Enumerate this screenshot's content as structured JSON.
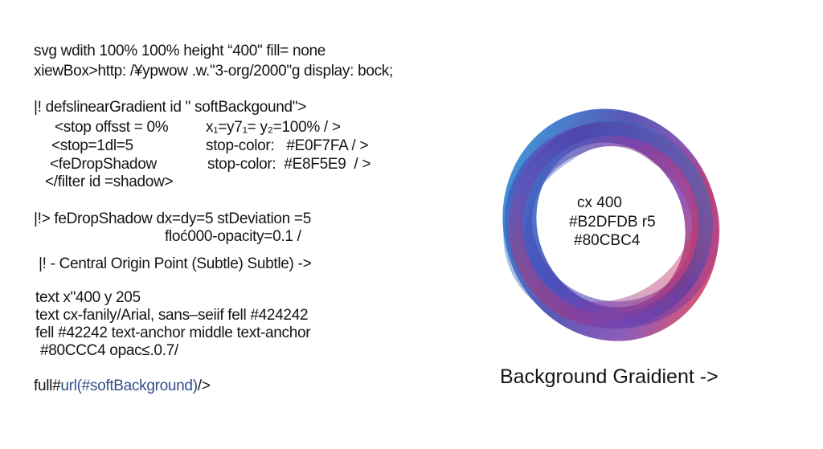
{
  "code_lines": [
    {
      "id": "l1",
      "text": "svg wdith 100% 100% height “400\" fill= none"
    },
    {
      "id": "l2",
      "text": "xiewBox>http: /¥ypwow .w.\"3-org/2000\"g display: bock;"
    },
    {
      "id": "l3",
      "text": "|! defslinearGradient id \" softBackgound\">"
    },
    {
      "id": "l4a",
      "text": "<stop offsst = 0%"
    },
    {
      "id": "l4b",
      "text": "x₁=y7₁= y₂=100% / >"
    },
    {
      "id": "l5a",
      "text": "<stop=1dl=5"
    },
    {
      "id": "l5b",
      "text": "stop-color:   #E0F7FA / >"
    },
    {
      "id": "l6a",
      "text": "<feDropShadow"
    },
    {
      "id": "l6b",
      "text": "stop-color:  #E8F5E9  / >"
    },
    {
      "id": "l7",
      "text": "</filter id =shadow>"
    },
    {
      "id": "l8",
      "text": "|!> feDropShadow dx=dy=5 stDeviation =5"
    },
    {
      "id": "l9",
      "text": "floć000-opacity=0.1 /"
    },
    {
      "id": "l10",
      "text": "|! - Central Origin Point (Subtle) Subtle) ->"
    },
    {
      "id": "l11",
      "text": "text x\"400 y 205"
    },
    {
      "id": "l12",
      "text": "text cx-fanily/Arial, sans–seiif fell #424242"
    },
    {
      "id": "l13",
      "text": "fell #42242 text-anchor middle text-anchor"
    },
    {
      "id": "l14",
      "text": "#80CCC4 opac≤.0.7/"
    },
    {
      "id": "l15a",
      "text": "full#"
    },
    {
      "id": "l15b",
      "text": "url(#softBackground)"
    },
    {
      "id": "l15c",
      "text": "/>"
    }
  ],
  "ring_labels": {
    "line1": "cx 400",
    "line2": "#B2DFDB r5",
    "line3": "#80CBC4"
  },
  "caption": "Background Graidient ->",
  "colors": {
    "ring_blue": "#1b8fd8",
    "ring_indigo": "#3a3aa8",
    "ring_purple": "#7a3fae",
    "ring_red": "#f0363a",
    "link_blue": "#2f4f8a"
  }
}
